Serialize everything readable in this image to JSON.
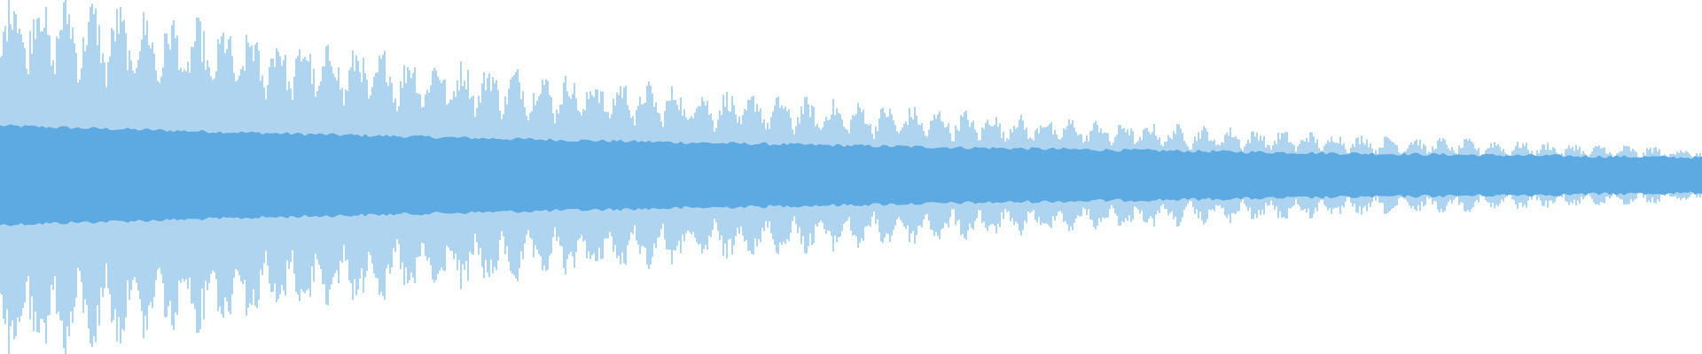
{
  "waveform": {
    "color": "#5DAAE2",
    "background": "#FFFFFF",
    "envelope": {
      "peak_amplitude": 0.49,
      "end_amplitude": 0.07,
      "core_amplitude_start": 0.14,
      "core_amplitude_end": 0.05,
      "decay": "exponential"
    },
    "description_kind": "decaying-audio-waveform"
  }
}
